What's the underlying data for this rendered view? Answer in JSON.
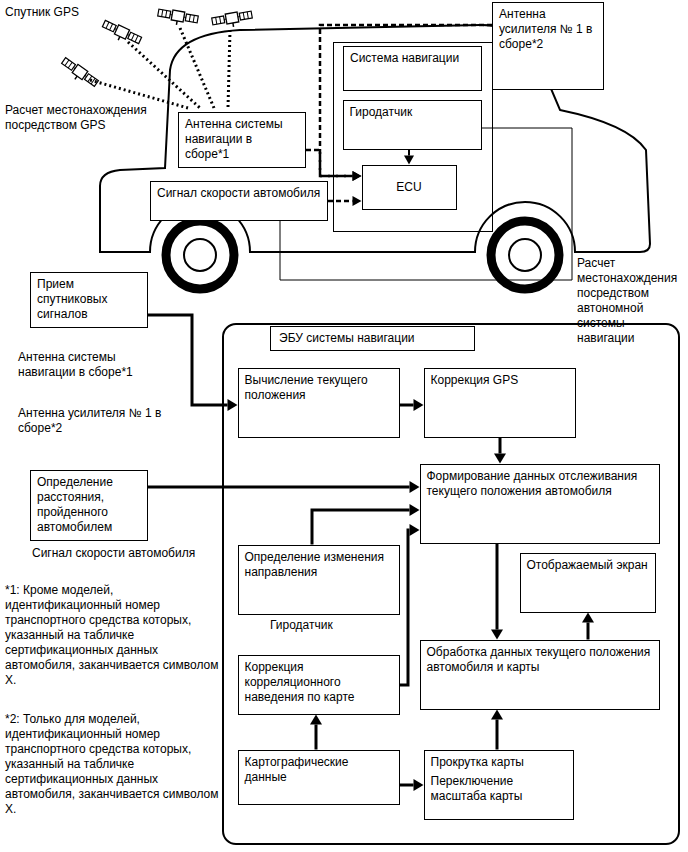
{
  "diagram": {
    "nodes": [
      {
        "text": [
          "Система навигации"
        ]
      },
      {
        "text": [
          "Гиродатчик"
        ],
        "in": 0
      },
      {
        "text": [
          "ECU"
        ],
        "in": 0
      },
      {
        "text": [
          "Антенна усилителя № 1 в сборе*2"
        ]
      },
      {
        "text": [
          "Антенна системы навигации в сборе*1"
        ]
      },
      {
        "text": [
          "Сигнал скорости автомобиля"
        ]
      },
      {
        "text": [
          "Прием спутниковых сигналов"
        ]
      },
      {
        "text": [
          "ЭБУ системы навигации"
        ]
      },
      {
        "text": [
          "Вычисление текущего положения"
        ],
        "in": 7
      },
      {
        "text": [
          "Коррекция GPS"
        ],
        "in": 7
      },
      {
        "text": [
          "Определение расстояния, пройденного автомобилем"
        ]
      },
      {
        "text": [
          "Формирование данных отслеживания текущего положения автомобиля"
        ],
        "in": 7
      },
      {
        "text": [
          "Определение изменения направления"
        ],
        "in": 7
      },
      {
        "text": [
          "Отображаемый экран"
        ],
        "in": 7
      },
      {
        "text": [
          "Коррекция корреляционного наведения по карте"
        ],
        "in": 7
      },
      {
        "text": [
          "Обработка данных текущего положения автомобиля и карты"
        ],
        "in": 7
      },
      {
        "text": [
          "Картографические данные"
        ],
        "in": 7
      },
      {
        "text": [
          "Прокрутка карты",
          "Переключение масштаба карты"
        ],
        "in": 7
      }
    ],
    "edges": [
      {
        "from": 1,
        "to": 2,
        "arrow": "to"
      },
      {
        "from": 4,
        "to": 2,
        "arrow": "to"
      },
      {
        "from": 3,
        "to": 2,
        "arrow": "to"
      },
      {
        "from": 5,
        "to": 2,
        "arrow": "to"
      },
      {
        "from": 6,
        "to": 8,
        "arrow": "to"
      },
      {
        "from": 8,
        "to": 9,
        "arrow": "to"
      },
      {
        "from": 9,
        "to": 11,
        "arrow": "to"
      },
      {
        "from": 10,
        "to": 11,
        "arrow": "to"
      },
      {
        "from": 12,
        "to": 11,
        "arrow": "to"
      },
      {
        "from": 14,
        "to": 11,
        "arrow": "to"
      },
      {
        "from": 11,
        "to": 15,
        "arrow": "to"
      },
      {
        "from": 15,
        "to": 13,
        "arrow": "to"
      },
      {
        "from": 16,
        "to": 14,
        "arrow": "to"
      },
      {
        "from": 16,
        "to": 17,
        "arrow": "to"
      },
      {
        "from": 17,
        "to": 15,
        "arrow": "to"
      }
    ],
    "labels": [
      "Спутник GPS",
      "Расчет местонахождения посредством GPS",
      "Расчет местонахождения посредством автономной системы навигации",
      "Антенна системы навигации в сборе*1",
      "Антенна усилителя № 1 в сборе*2",
      "Сигнал скорости автомобиля",
      "Гиродатчик",
      "*1: Кроме моделей, идентификационный номер транспортного средства которых, указанный на табличке сертификационных данных автомобиля, заканчивается символом X.",
      "*2: Только для моделей, идентификационный номер транспортного средства которых, указанный на табличке сертификационных данных автомобиля, заканчивается символом X."
    ]
  }
}
